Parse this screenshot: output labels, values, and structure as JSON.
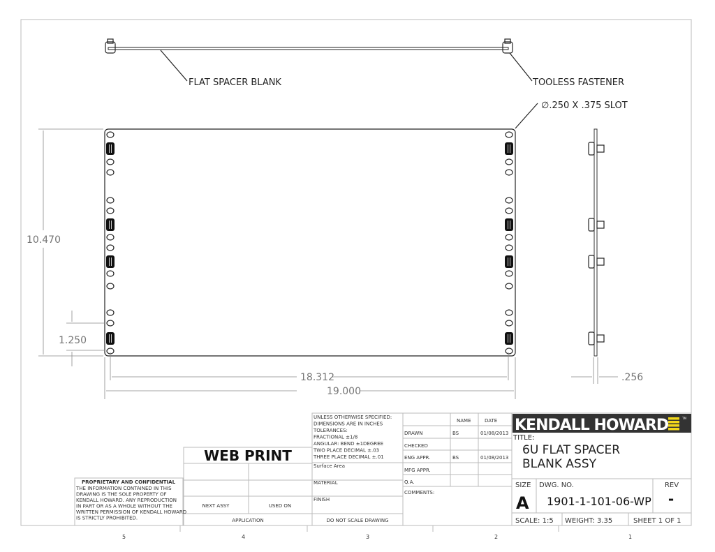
{
  "callouts": {
    "flat_spacer_blank": "FLAT SPACER BLANK",
    "tooless_fastener": "TOOLESS FASTENER",
    "slot": "∅.250 X  .375  SLOT"
  },
  "dimensions": {
    "height": "10.470",
    "hole_spacing": "1.250",
    "inner_width": "18.312",
    "overall_width": "19.000",
    "thickness": ".256"
  },
  "zones": [
    "5",
    "4",
    "3",
    "2",
    "1"
  ],
  "proprietary": {
    "heading": "PROPRIETARY AND CONFIDENTIAL",
    "lines": [
      "THE INFORMATION CONTAINED IN THIS",
      "DRAWING IS THE SOLE PROPERTY OF",
      "KENDALL HOWARD.  ANY REPRODUCTION",
      "IN PART OR AS A WHOLE WITHOUT THE",
      "WRITTEN PERMISSION OF KENDALL HOWARD",
      "IS STRICTLY PROHIBITED."
    ]
  },
  "web_print": "WEB PRINT",
  "next_assy": "NEXT ASSY",
  "used_on": "USED ON",
  "application": "APPLICATION",
  "tolerances": [
    "UNLESS OTHERWISE SPECIFIED:",
    " DIMENSIONS ARE IN INCHES",
    " TOLERANCES:",
    " FRACTIONAL ±1/8",
    " ANGULAR: BEND ±1DEGREE",
    " TWO PLACE DECIMAL  ±.03",
    " THREE PLACE DECIMAL ±.01"
  ],
  "surface_area": "Surface Area",
  "material": "MATERIAL",
  "finish": "FINISH",
  "do_not_scale": "DO NOT SCALE DRAWING",
  "approvals": {
    "headers": [
      "",
      "NAME",
      "DATE"
    ],
    "rows": [
      [
        "DRAWN",
        "BS",
        "01/08/2013"
      ],
      [
        "CHECKED",
        "",
        ""
      ],
      [
        "ENG APPR.",
        "BS",
        "01/08/2013"
      ],
      [
        "MFG APPR.",
        "",
        ""
      ],
      [
        "Q.A.",
        "",
        ""
      ]
    ],
    "comments": "COMMENTS:"
  },
  "logo": {
    "text": "KENDALL HOWARD",
    "tm": "TM",
    "bg": "#333333",
    "accent": "#f2d81b"
  },
  "title_label": "TITLE:",
  "title_lines": [
    "6U FLAT SPACER",
    "BLANK ASSY"
  ],
  "size_label": "SIZE",
  "size": "A",
  "dwg_label": "DWG. NO.",
  "dwg_no": "1901-1-101-06-WP",
  "rev_label": "REV",
  "rev": "-",
  "scale": "SCALE: 1:5",
  "weight": "WEIGHT: 3.35",
  "sheet": "SHEET 1 OF 1"
}
